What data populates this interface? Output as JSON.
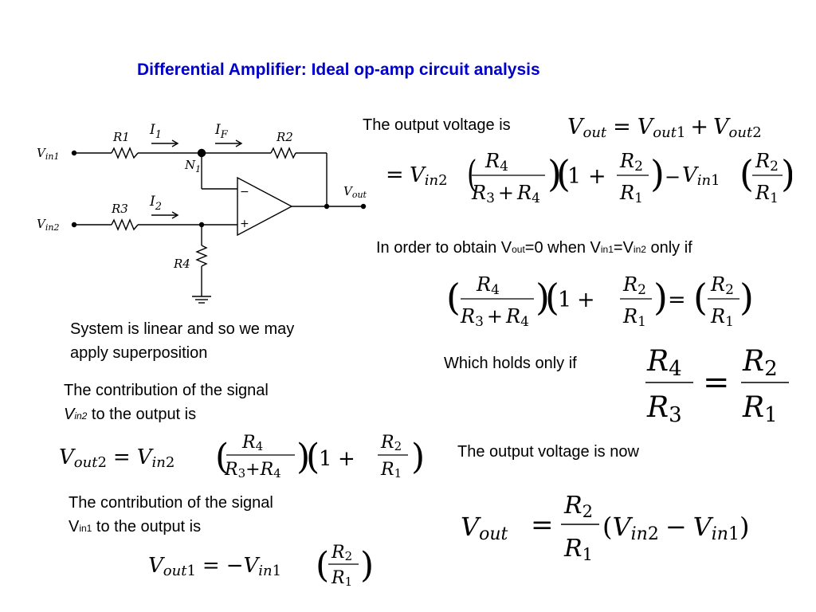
{
  "title": "Differential Amplifier: Ideal op-amp circuit analysis",
  "circuit": {
    "vin1": "V",
    "vin1_sub": "in1",
    "vin2": "V",
    "vin2_sub": "in2",
    "vout": "V",
    "vout_sub": "out",
    "r1": "R1",
    "r2": "R2",
    "r3": "R3",
    "r4": "R4",
    "i1": "I",
    "i1_sub": "1",
    "if": "I",
    "if_sub": "F",
    "i2": "I",
    "i2_sub": "2",
    "n1": "N",
    "n1_sub": "1",
    "minus": "−",
    "plus": "+"
  },
  "text": {
    "linear_1": "System is linear and so we may",
    "linear_2": "apply superposition",
    "contrib2_1": "The contribution of the signal",
    "contrib2_v": "V",
    "contrib2_sub": "in2",
    "contrib2_rest": " to the output is",
    "contrib1_1": "The contribution of the signal",
    "contrib1_v": "V",
    "contrib1_sub": "in1",
    "contrib1_rest": " to the output is",
    "output_is": "The output voltage is",
    "order_a": "In order to obtain V",
    "order_sub1": "out",
    "order_b": "=0 when V",
    "order_sub2": "in1",
    "order_c": "=V",
    "order_sub3": "in2",
    "order_d": " only if",
    "holds": "Which holds only if",
    "now": "The output voltage is now"
  },
  "equations": {
    "eq_top_1": "V_out = V_out1 + V_out2",
    "eq_top_2": "= V_in2 (R4/(R3+R4)) (1 + R2/R1) − V_in1 (R2/R1)",
    "eq_cond": "(R4/(R3+R4)) (1 + R2/R1) = (R2/R1)",
    "eq_ratio": "R4/R3 = R2/R1",
    "eq_vout2": "V_out2 = V_in2 (R4/(R3+R4)) (1 + R2/R1)",
    "eq_vout1": "V_out1 = −V_in1 (R2/R1)",
    "eq_final": "V_out = R2/R1 (V_in2 − V_in1)"
  }
}
